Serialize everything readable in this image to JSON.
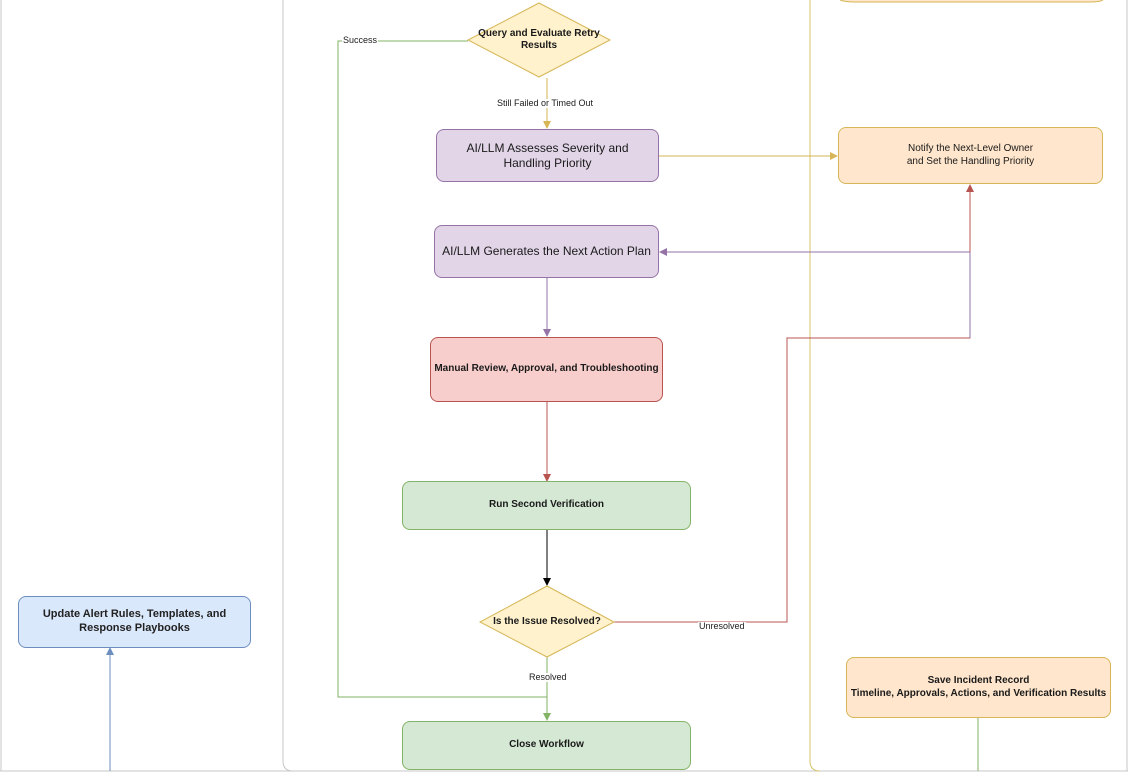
{
  "nodes": {
    "query_retry": "Query and Evaluate Retry Results",
    "assess_severity": "AI/LLM Assesses Severity and Handling Priority",
    "notify_owner": "Notify the Next-Level Owner and Set the Handling Priority",
    "action_plan": "AI/LLM Generates the Next Action Plan",
    "manual_review": "Manual Review, Approval, and Troubleshooting",
    "second_verification": "Run Second Verification",
    "issue_resolved": "Is the Issue Resolved?",
    "update_rules": "Update Alert Rules, Templates, and Response Playbooks",
    "save_record_title": "Save Incident Record",
    "save_record_detail": "Timeline, Approvals, Actions, and Verification Results",
    "close_workflow": "Close Workflow"
  },
  "edges": {
    "success": "Success",
    "still_failed": "Still Failed or Timed Out",
    "unresolved": "Unresolved",
    "resolved": "Resolved"
  },
  "colors": {
    "lane_border": "#c7c7c7",
    "yellow_lane": "#d6c36a",
    "decision_fill": "#fff2cc",
    "decision_stroke": "#d6b656",
    "purple_edge": "#9673a6",
    "red_edge": "#b85450",
    "green_edge": "#82b366",
    "blue_edge": "#6c8ebf",
    "yellow_edge": "#d6b656"
  }
}
